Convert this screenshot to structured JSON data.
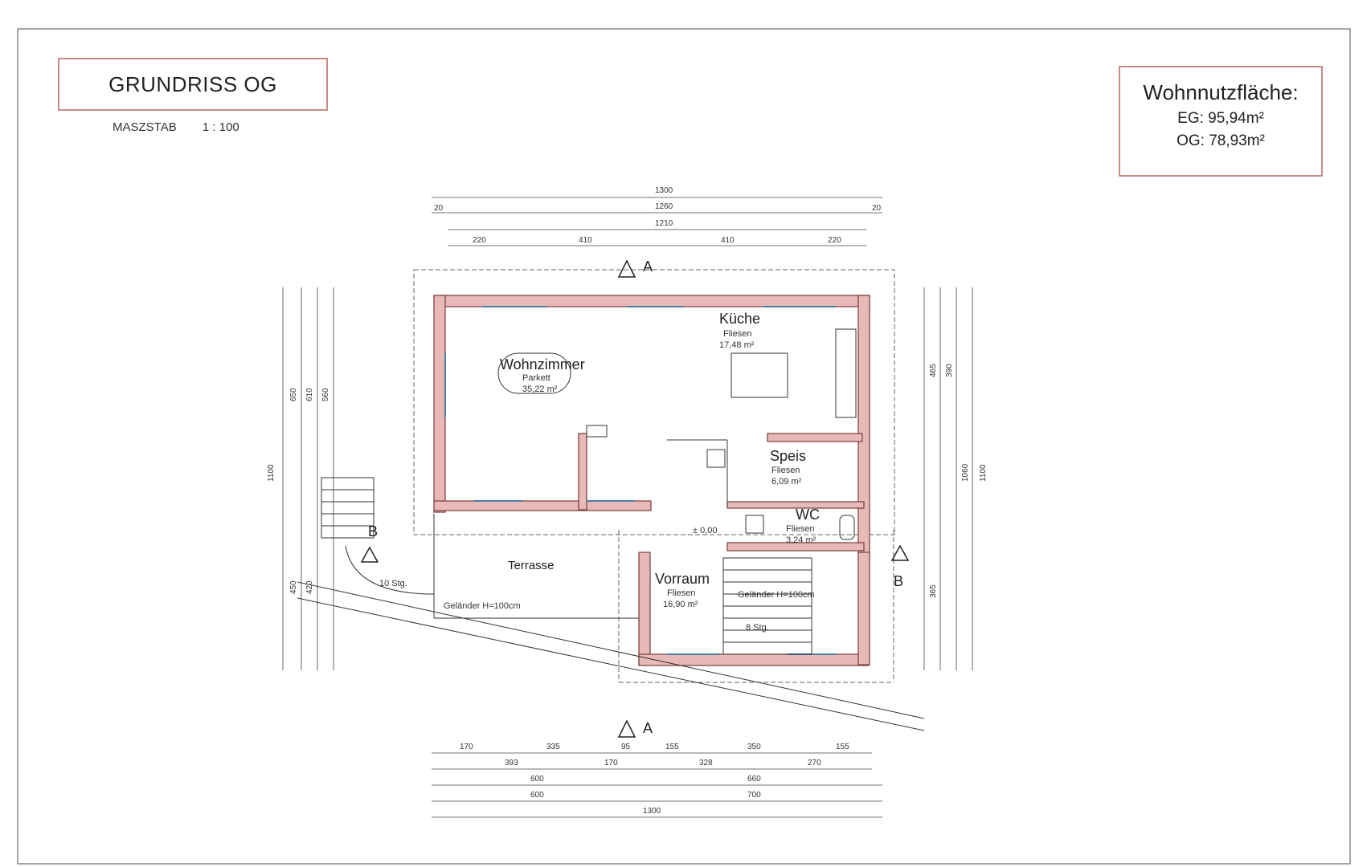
{
  "header": {
    "title": "GRUNDRISS OG",
    "scale_label": "MASZSTAB",
    "scale_value": "1 : 100"
  },
  "area": {
    "heading": "Wohnnutzfläche:",
    "eg": "EG: 95,94m²",
    "og": "OG: 78,93m²"
  },
  "rooms": {
    "wohnzimmer": {
      "name": "Wohnzimmer",
      "floor": "Parkett",
      "area": "35,22 m²"
    },
    "kueche": {
      "name": "Küche",
      "floor": "Fliesen",
      "area": "17,48 m²"
    },
    "speis": {
      "name": "Speis",
      "floor": "Fliesen",
      "area": "6,09 m²"
    },
    "wc": {
      "name": "WC",
      "floor": "Fliesen",
      "area": "3,24 m²"
    },
    "vorraum": {
      "name": "Vorraum",
      "floor": "Fliesen",
      "area": "16,90 m²"
    },
    "terrasse": {
      "name": "Terrasse"
    }
  },
  "labels": {
    "gelaender_terrasse": "Geländer H=100cm",
    "gelaender_stair": "Geländer H=100cm",
    "stairs_left": "10 Stg.",
    "stairs_right": "8 Stg.",
    "level": "± 0,00",
    "section_a": "A",
    "section_b": "B"
  },
  "dims": {
    "top_total": "1300",
    "top_inner": "1260",
    "top_inner2": "1210",
    "top_left_edge": "20",
    "top_right_edge": "20",
    "top_a": "220",
    "top_b": "410",
    "top_c": "410",
    "top_d": "220",
    "bot_1": "170",
    "bot_2": "335",
    "bot_3": "95",
    "bot_4": "155",
    "bot_5": "350",
    "bot_6": "155",
    "bot_r2_1": "393",
    "bot_r2_2": "170",
    "bot_r2_3": "328",
    "bot_r2_4": "270",
    "bot_r3_1": "600",
    "bot_r3_2": "660",
    "bot_r4_1": "600",
    "bot_r4_2": "700",
    "bot_total": "1300",
    "left_total": "1100",
    "left_a": "650",
    "left_b": "610",
    "left_c": "560",
    "left_d": "450",
    "left_e": "420",
    "right_total": "1100",
    "right_a": "1060",
    "right_b": "465",
    "right_c": "390",
    "right_d": "365"
  }
}
